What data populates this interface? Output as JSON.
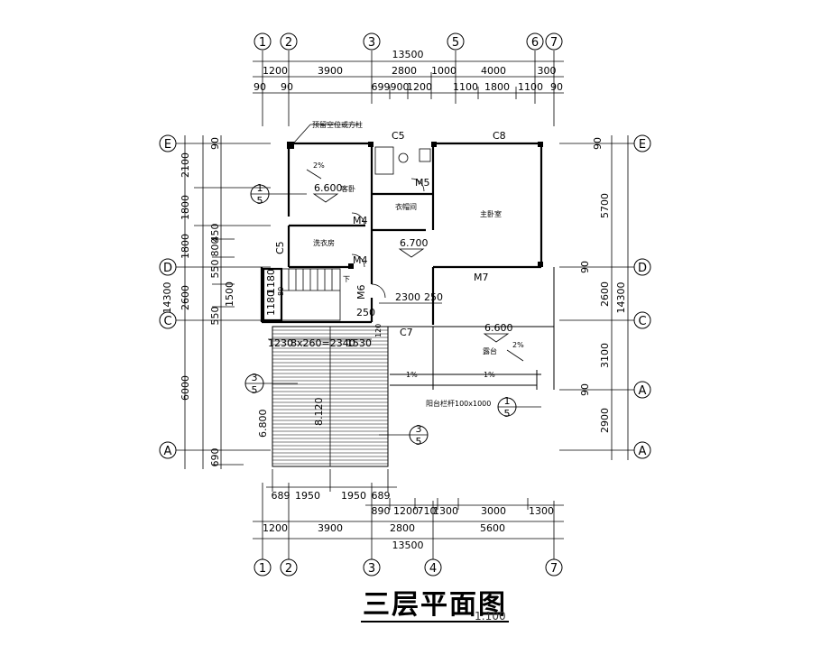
{
  "title": "三层平面图",
  "scale_fragment": "1:100",
  "axes_top": [
    "1",
    "2",
    "3",
    "5",
    "6",
    "7"
  ],
  "axes_bottom": [
    "1",
    "2",
    "3",
    "4",
    "7"
  ],
  "axes_left": [
    "E",
    "D",
    "C",
    "A"
  ],
  "axes_right": [
    "E",
    "D",
    "C",
    "A",
    "A"
  ],
  "dims_top_total": "13500",
  "dims_top_row1": [
    "1200",
    "3900",
    "2800",
    "1000",
    "4000",
    "300"
  ],
  "dims_top_row2": [
    "90",
    "90",
    "699",
    "900",
    "1200",
    "1100",
    "1800",
    "1100",
    "90"
  ],
  "dims_bottom_total": "13500",
  "dims_bottom_row1": [
    "1200",
    "3900",
    "2800",
    "5600"
  ],
  "dims_bottom_row2": [
    "890",
    "1200",
    "710",
    "1300",
    "3000",
    "1300"
  ],
  "dims_bottom_row3": [
    "689",
    "1950",
    "1950",
    "689"
  ],
  "dims_left_total": "14300",
  "dims_left_outer": [
    "2100",
    "1800",
    "1800",
    "2600",
    "6000",
    "690"
  ],
  "dims_left_inner": [
    "90",
    "450",
    "800",
    "550",
    "550",
    "1500"
  ],
  "dims_right_total": "14300",
  "dims_right_outer": [
    "5700",
    "2600",
    "3100",
    "2900"
  ],
  "dims_right_inner": [
    "90",
    "90",
    "90"
  ],
  "room_labels": {
    "bedroom": "客卧",
    "closet": "衣帽间",
    "master": "主卧室",
    "laundry": "洗衣房",
    "terrace": "露台",
    "note_top": "预留空位或方柱"
  },
  "levels": [
    "6.600",
    "6.700",
    "6.600",
    "8.120",
    "6.800"
  ],
  "slopes": [
    "2%",
    "2%",
    "1%",
    "1%"
  ],
  "openings": [
    "C5",
    "C8",
    "M5",
    "M4",
    "M4",
    "C5",
    "M6",
    "M7",
    "C7"
  ],
  "stair_dims": [
    "1180",
    "1180",
    "1230",
    "8x260=2340",
    "1530",
    "2300",
    "250",
    "250"
  ],
  "stair_label": "下",
  "section_marks": [
    "1",
    "5",
    "3",
    "5",
    "3",
    "5",
    "1",
    "5"
  ],
  "rail_note": "阳台栏杆100x1000",
  "misc_dims": [
    "120",
    "80"
  ]
}
